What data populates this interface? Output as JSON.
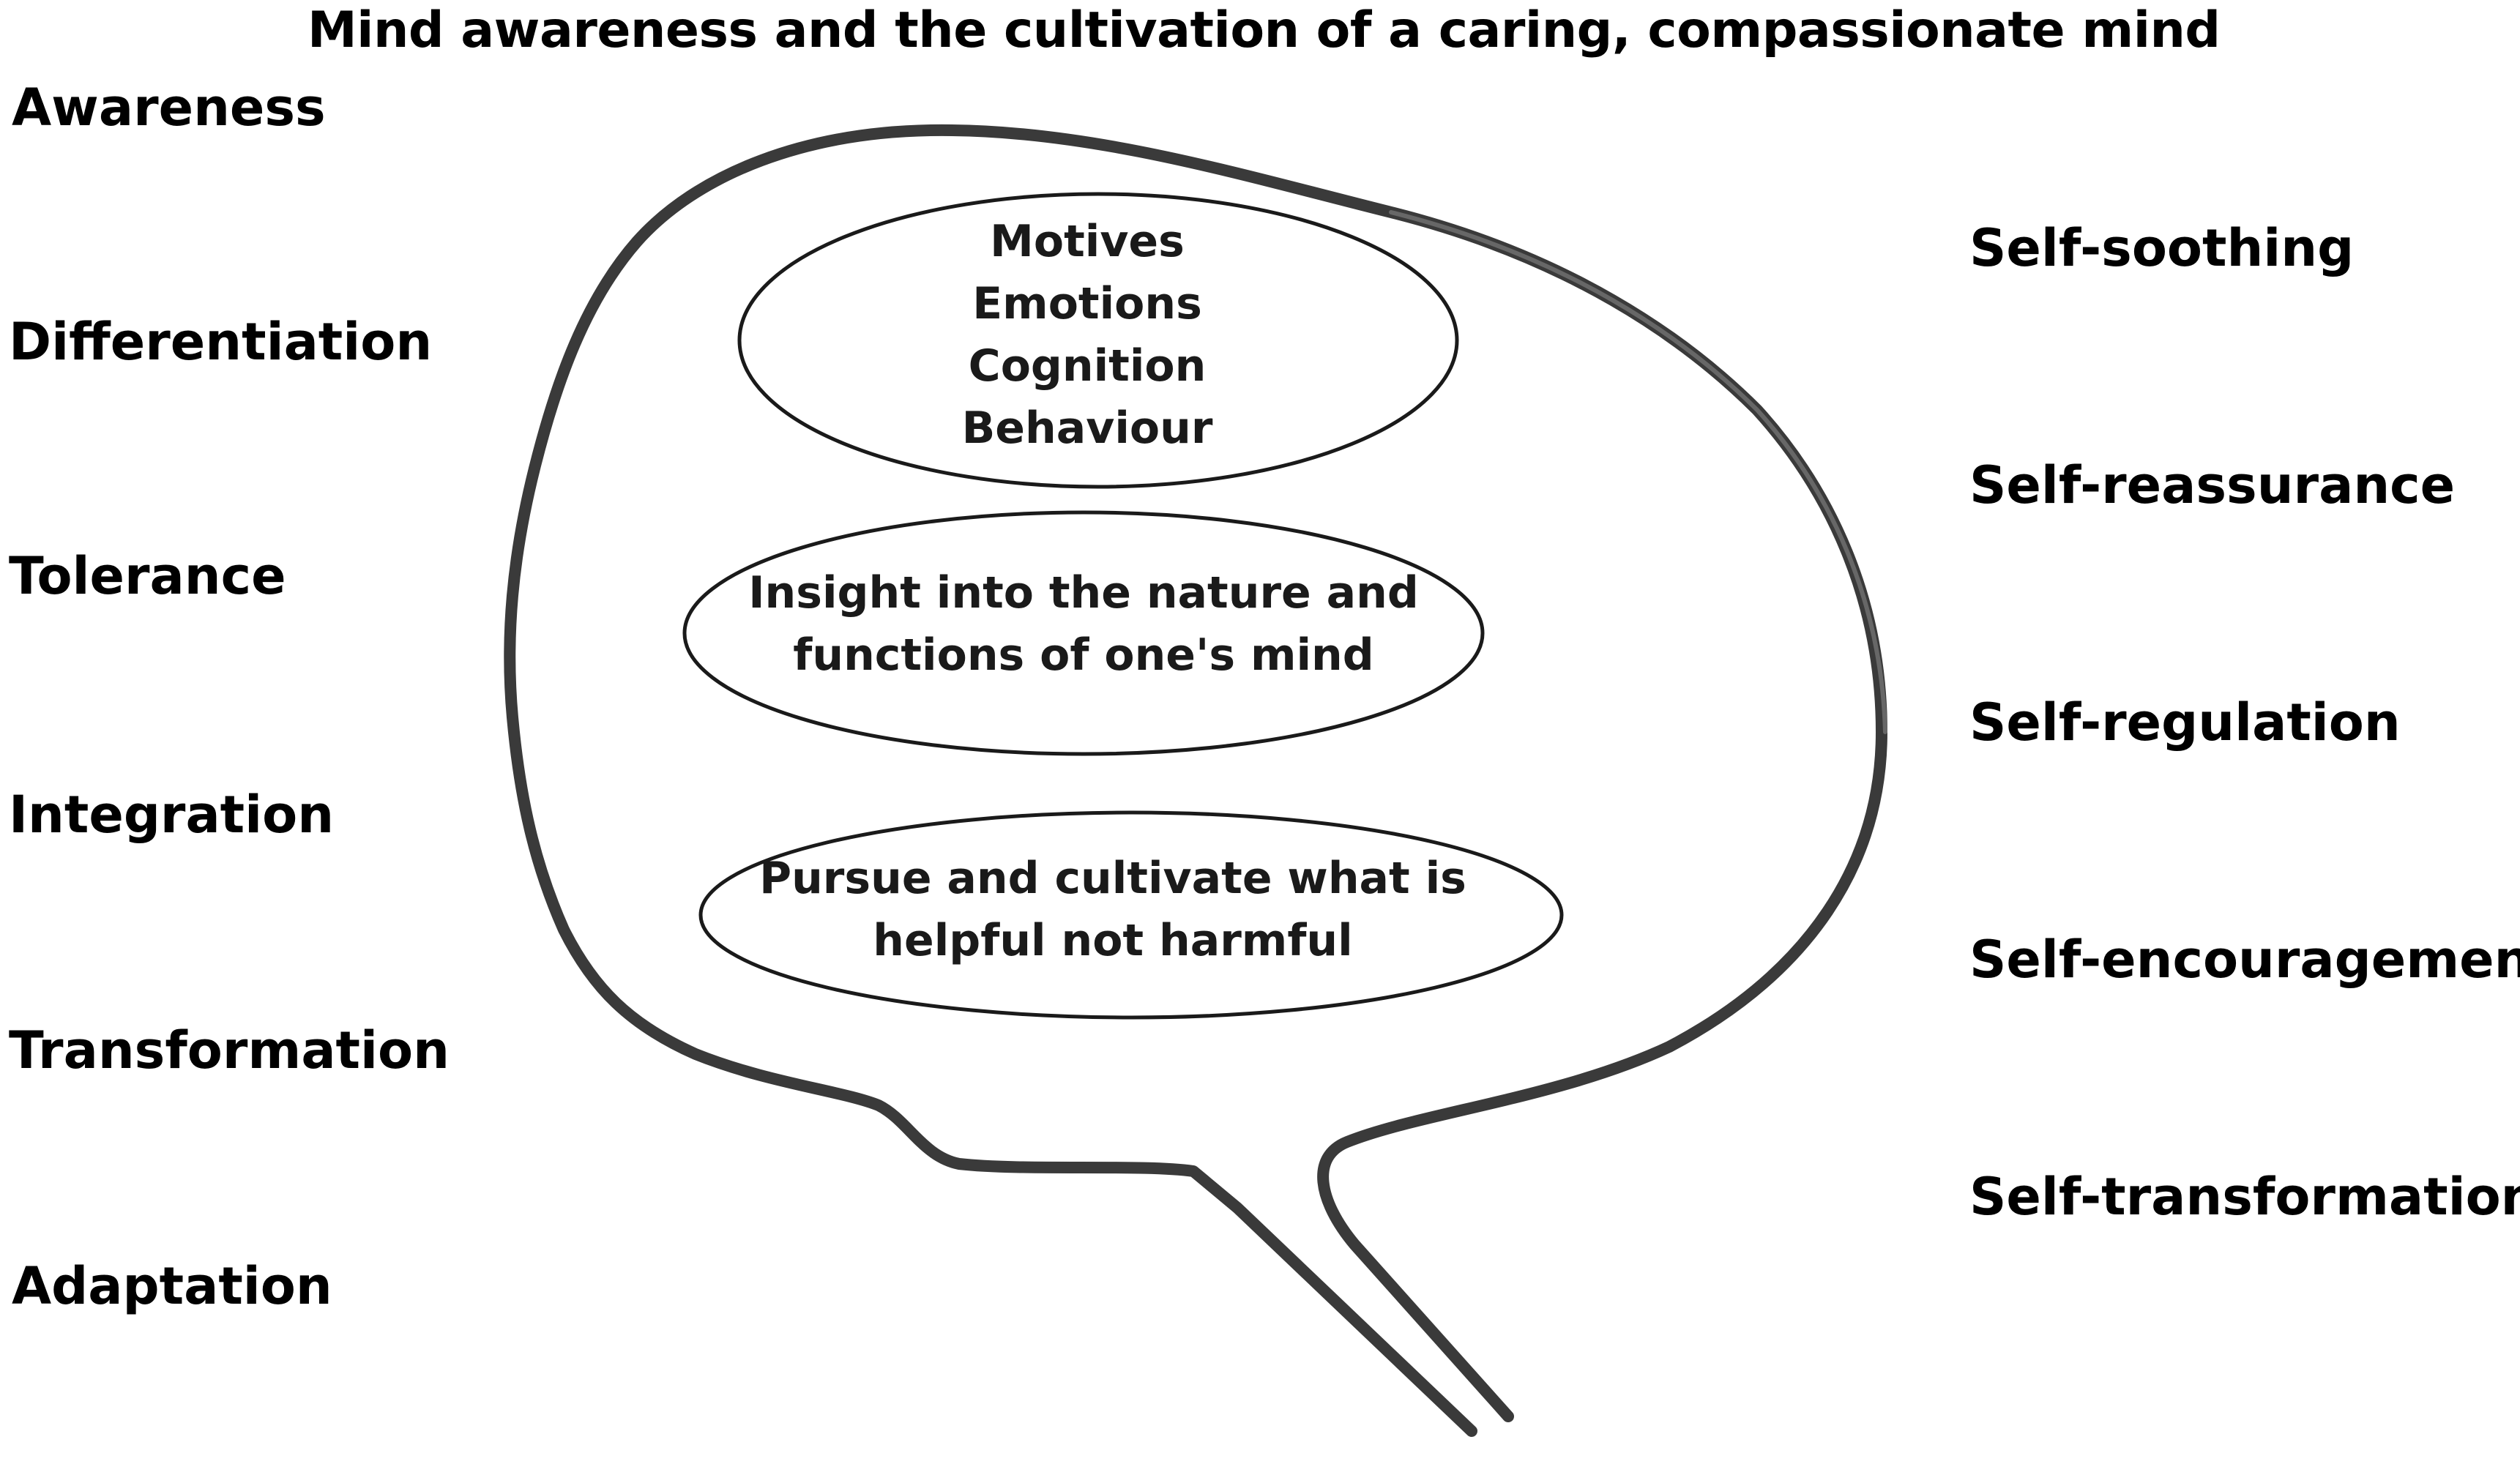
{
  "title": "Mind awareness and the cultivation of a caring, compassionate mind",
  "left_labels": [
    "Awareness",
    "Differentiation",
    "Tolerance",
    "Integration",
    "Transformation",
    "Adaptation"
  ],
  "right_labels": [
    "Self-soothing",
    "Self-reassurance",
    "Self-regulation",
    "Self-encouragement",
    "Self-transformation"
  ],
  "ovals": [
    {
      "lines": [
        "Motives",
        "Emotions",
        "Cognition",
        "Behaviour"
      ]
    },
    {
      "lines": [
        "Insight into the nature and",
        "functions of one's mind"
      ]
    },
    {
      "lines": [
        "Pursue and cultivate what is",
        "helpful not harmful"
      ]
    }
  ],
  "colors": {
    "outline": "#3a3a3a",
    "text": "#000000",
    "background": "#ffffff"
  }
}
